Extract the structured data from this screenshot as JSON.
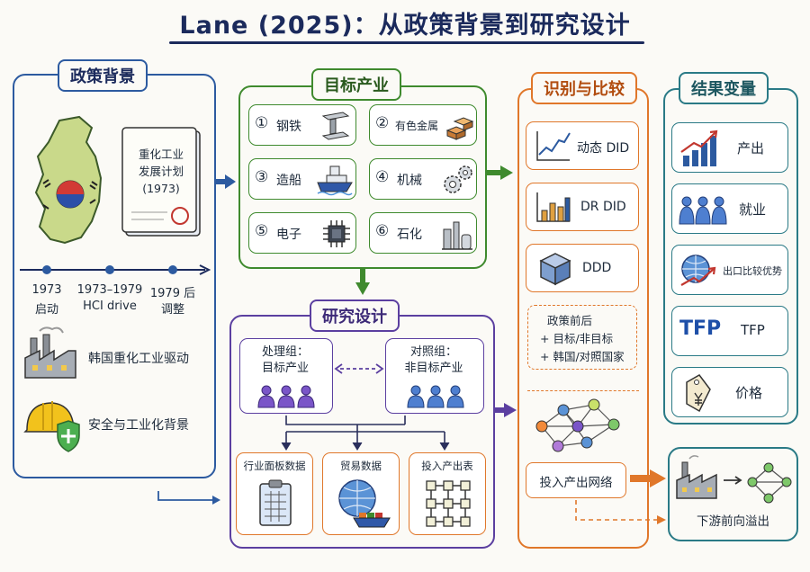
{
  "title": "Lane (2025)：从政策背景到研究设计",
  "policy": {
    "tag": "政策背景",
    "document": "重化工业\n发展计划\n(1973)",
    "timeline": [
      {
        "year": "1973",
        "label": "启动"
      },
      {
        "year": "1973–1979",
        "label": "HCI drive"
      },
      {
        "year": "1979 后",
        "label": "调整"
      }
    ],
    "items": [
      "韩国重化工业驱动",
      "安全与工业化背景"
    ]
  },
  "target": {
    "tag": "目标产业",
    "industries": [
      {
        "num": "①",
        "name": "钢铁"
      },
      {
        "num": "②",
        "name": "有色金属"
      },
      {
        "num": "③",
        "name": "造船"
      },
      {
        "num": "④",
        "name": "机械"
      },
      {
        "num": "⑤",
        "name": "电子"
      },
      {
        "num": "⑥",
        "name": "石化"
      }
    ]
  },
  "design": {
    "tag": "研究设计",
    "treatment": "处理组：\n目标产业",
    "control": "对照组：\n非目标产业",
    "data": [
      "行业面板数据",
      "贸易数据",
      "投入产出表"
    ]
  },
  "identify": {
    "tag": "识别与比较",
    "methods": [
      "动态 DID",
      "DR DID",
      "DDD"
    ],
    "notes": [
      "政策前后",
      "+ 目标/非目标",
      "+ 韩国/对照国家"
    ],
    "network": "投入产出网络"
  },
  "results": {
    "tag": "结果变量",
    "items": [
      "产出",
      "就业",
      "出口比较优势",
      "TFP",
      "价格"
    ],
    "tfp_icon": "TFP",
    "spillover": "下游前向溢出"
  },
  "colors": {
    "navy": "#1b2a5c",
    "blue": "#2c5aa0",
    "green": "#3f8a2e",
    "purple": "#5b3fa0",
    "orange": "#e0772a",
    "teal": "#2a7a86"
  },
  "icons": [
    "korea-map-icon",
    "factory-icon",
    "helmet-shield-icon",
    "steel-beam-icon",
    "gold-bars-icon",
    "ship-icon",
    "gears-icon",
    "chip-icon",
    "refinery-icon",
    "people-icon",
    "clipboard-icon",
    "globe-ship-icon",
    "grid-network-icon",
    "line-chart-icon",
    "bar-chart-icon",
    "cube-icon",
    "network-icon",
    "growth-bars-icon",
    "globe-arrow-icon",
    "price-tag-icon"
  ]
}
